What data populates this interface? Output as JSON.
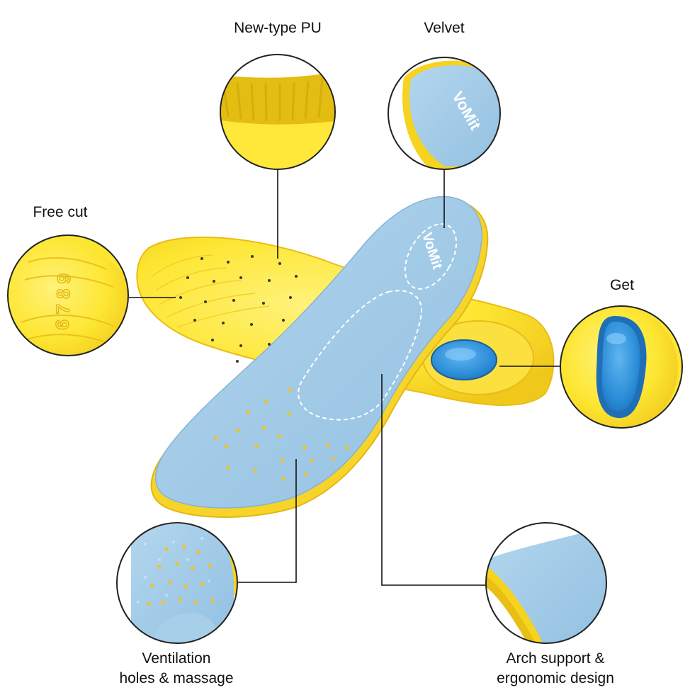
{
  "labels": {
    "new_type_pu": "New-type PU",
    "velvet": "Velvet",
    "free_cut": "Free cut",
    "get": "Get",
    "ventilation_line1": "Ventilation",
    "ventilation_line2": "holes & massage",
    "arch_line1": "Arch support &",
    "arch_line2": "ergonomic design"
  },
  "brand": {
    "logo_text": "VoMit",
    "size_marks": "6 7 8 9"
  },
  "colors": {
    "insole_yellow": "#fde632",
    "insole_yellow_dark": "#f0c81c",
    "felt_blue": "#9fc9e6",
    "felt_blue_light": "#b8d8ee",
    "gel_blue": "#2f8ed8",
    "gel_blue_dark": "#1f6fb7",
    "hole_yellow": "#f2c21c",
    "leader_line": "#111111",
    "circle_border": "#222222"
  }
}
